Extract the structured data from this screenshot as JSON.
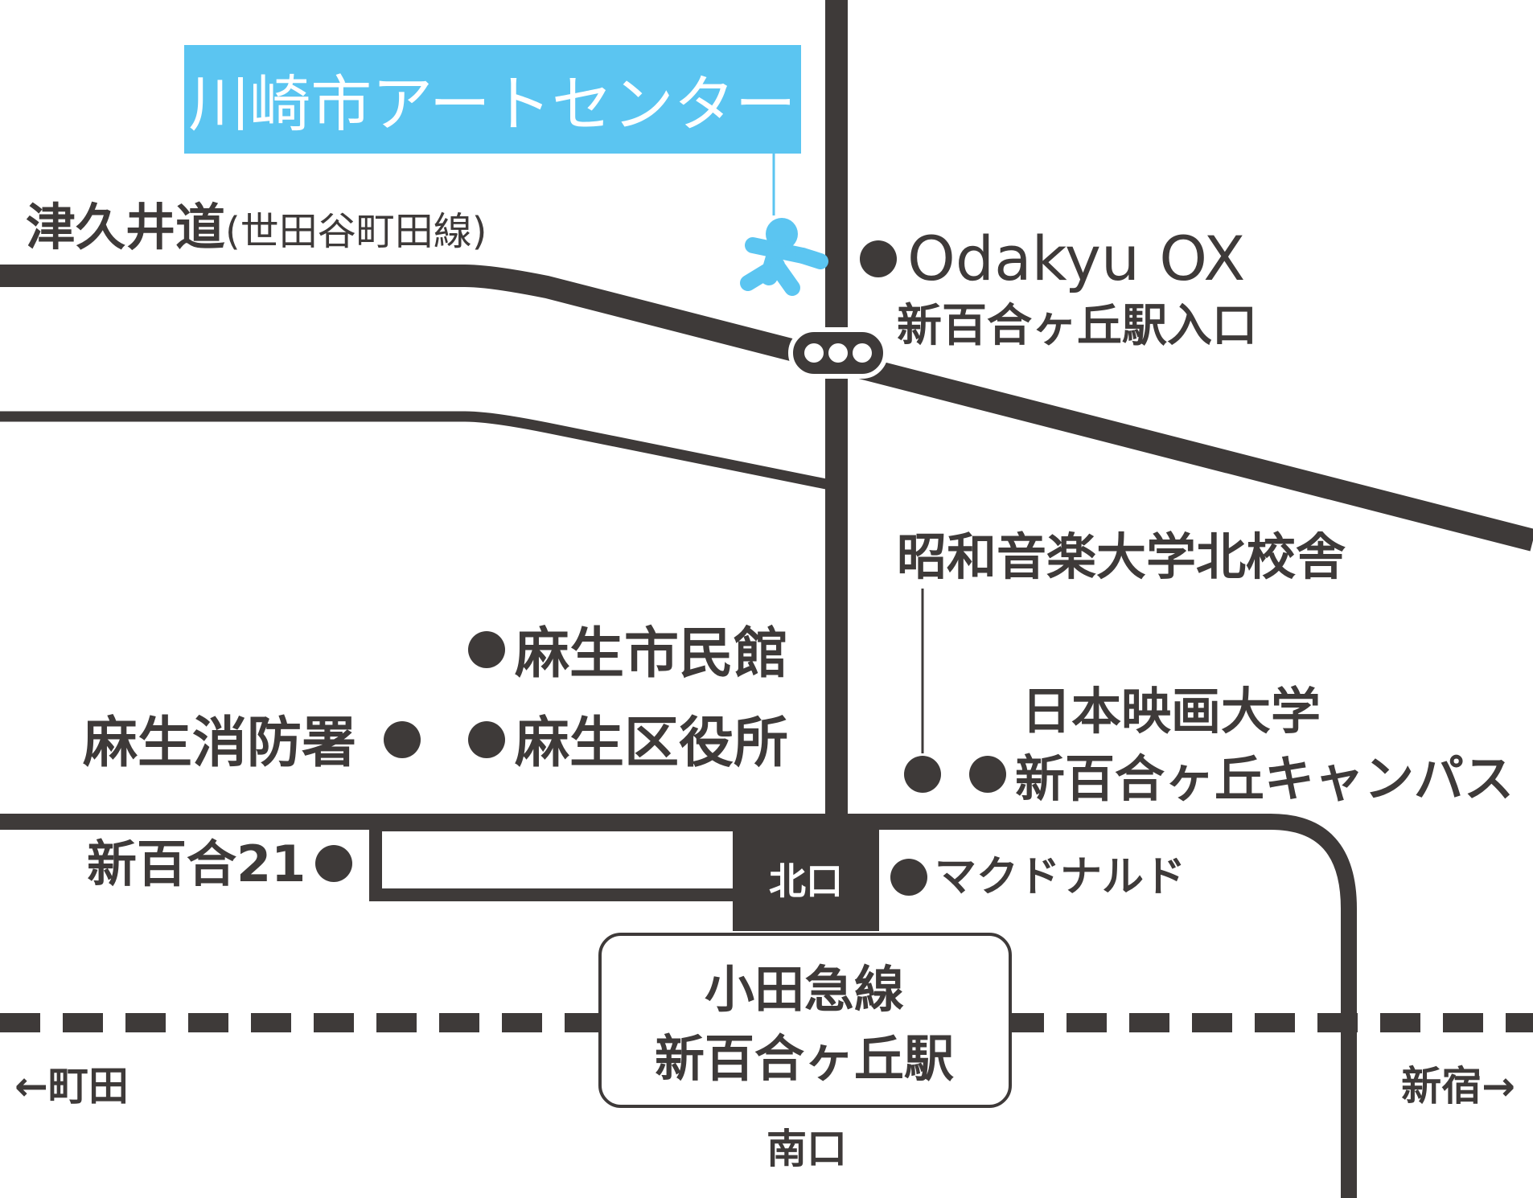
{
  "colors": {
    "road": "#3e3a39",
    "accent": "#5bc5f1",
    "background": "#ffffff",
    "white": "#ffffff"
  },
  "destination": {
    "name": "川崎市アートセンター",
    "icon": "person-icon"
  },
  "roads": {
    "main_road": "津久井道",
    "main_road_sub": "(世田谷町田線)"
  },
  "signal": {
    "icon": "traffic-light-icon",
    "name": "新百合ヶ丘駅入口"
  },
  "landmarks": {
    "odakyu_ox": "Odakyu OX",
    "showa_music": "昭和音楽大学北校舎",
    "asao_civic_hall": "麻生市民館",
    "asao_fire": "麻生消防署",
    "asao_ward_office": "麻生区役所",
    "nihon_eiga_1": "日本映画大学",
    "nihon_eiga_2": "新百合ヶ丘キャンパス",
    "shinyuri21": "新百合21",
    "mcdonalds": "マクドナルド"
  },
  "station": {
    "line": "小田急線",
    "name": "新百合ヶ丘駅",
    "north_exit": "北口",
    "south_exit": "南口"
  },
  "directions": {
    "west": "←町田",
    "east": "新宿→"
  }
}
